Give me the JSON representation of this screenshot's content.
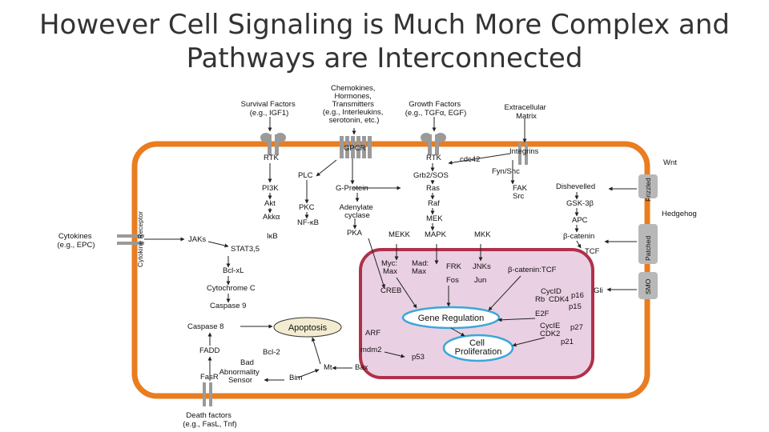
{
  "title": {
    "line1": "However Cell Signaling is Much More Complex and",
    "line2": "Pathways are Interconnected"
  },
  "colors": {
    "membrane": "#e97d1f",
    "nucleus_fill": "#ead0e3",
    "nucleus_border": "#b0304a",
    "receptor_gray": "#9a9a9a",
    "highlight_border": "#3aa7d8",
    "apoptosis_fill": "#f4ecd0"
  },
  "extracellular": {
    "survival": [
      "Survival Factors",
      "(e.g., IGF1)"
    ],
    "chemokines": [
      "Chemokines,",
      "Hormones,",
      "Transmitters",
      "(e.g., Interleukins,",
      "serotonin, etc.)"
    ],
    "growth": [
      "Growth Factors",
      "(e.g., TGFα, EGF)"
    ],
    "ecm": [
      "Extracellular",
      "Matrix"
    ],
    "wnt": "Wnt",
    "hedgehog": "Hedgehog",
    "cytokines": [
      "Cytokines",
      "(e.g., EPC)"
    ],
    "death": [
      "Death factors",
      "(e.g., FasL, Tnf)"
    ]
  },
  "receptors": {
    "rtk1": "RTK",
    "gpcr": "GPCR",
    "rtk2": "RTK",
    "integrins": "Integrins",
    "frizzled": "Frizzled",
    "patched": "Patched",
    "smo": "SMO",
    "cytokine_receptor": "Cytokine Receptor",
    "fasr": "FasR"
  },
  "nodes": {
    "cdc42": "cdc42",
    "fyn_shc": "Fyn/Shc",
    "plc": "PLC",
    "grb2": "Grb2/SOS",
    "pi3k": "PI3K",
    "gprotein": "G-Protein",
    "ras": "Ras",
    "fak": "FAK",
    "src": "Src",
    "akt": "Akt",
    "pkc": "PKC",
    "adenylate": [
      "Adenylate",
      "cyclase"
    ],
    "raf": "Raf",
    "akka": "Akkα",
    "nfkb": "NF-κB",
    "mek": "MEK",
    "pka": "PKA",
    "ikb": "IκB",
    "mekk": "MEKK",
    "mapk": "MAPK",
    "mkk": "MKK",
    "jaks": "JAKs",
    "stat": "STAT3,5",
    "bclxl": "Bcl-xL",
    "cytc": "Cytochrome C",
    "casp9": "Caspase 9",
    "casp8": "Caspase 8",
    "fadd": "FADD",
    "bcl2": "Bcl-2",
    "bad": "Bad",
    "abnormality": [
      "Abnormality",
      "Sensor"
    ],
    "bim": "Bim",
    "mt": "Mt",
    "bax": "Bax",
    "dishevelled": "Dishevelled",
    "gsk": "GSK-3β",
    "apc": "APC",
    "bcat": "β-catenin",
    "tcf": "TCF",
    "gli": "Gli"
  },
  "nucleus": {
    "myc_mad": [
      "Myc:",
      "Mad:"
    ],
    "max": [
      "Max",
      "Max"
    ],
    "frk": "FRK",
    "jnks": "JNKs",
    "fos": "Fos",
    "jun": "Jun",
    "bcat_tcf": "β-catenin:TCF",
    "creb": "CREB",
    "cycd": "CycID",
    "cdk4": "CDK4",
    "rb": "Rb",
    "p16": "p16",
    "p15": "p15",
    "e2f": "E2F",
    "cyce": "CycIE",
    "cdk2": "CDK2",
    "p27": "p27",
    "p21": "p21",
    "arf": "ARF",
    "mdm2": "mdm2",
    "p53": "p53",
    "gene_regulation": "Gene Regulation",
    "cell_proliferation": [
      "Cell",
      "Proliferation"
    ],
    "apoptosis": "Apoptosis"
  }
}
